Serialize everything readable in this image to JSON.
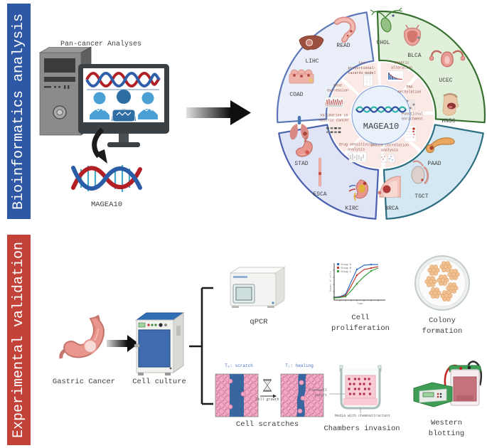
{
  "banners": {
    "top": {
      "label": "Bioinformatics analysis",
      "color": "#2e57a5"
    },
    "bottom": {
      "label": "Experimental validation",
      "color": "#c2423a"
    }
  },
  "bioinformatics": {
    "pan_cancer_label": "Pan-cancer Analyses",
    "gene_label": "MAGEA10",
    "wheel": {
      "center_gene": "MAGEA10",
      "ring_fill": "#fbe9e6",
      "quadrants": [
        {
          "id": "top-left",
          "fill": "#e9eef8",
          "border": "#5b77b7"
        },
        {
          "id": "top-right",
          "fill": "#e0f0da",
          "border": "#37702e"
        },
        {
          "id": "bottom-left",
          "fill": "#dfe5f7",
          "border": "#4a60ae"
        },
        {
          "id": "bottom-right",
          "fill": "#d3e8f2",
          "border": "#2a6e80"
        }
      ],
      "organs": [
        {
          "code": "READ"
        },
        {
          "code": "LIHC"
        },
        {
          "code": "COAD"
        },
        {
          "code": "CHOL"
        },
        {
          "code": "BLCA"
        },
        {
          "code": "UCEC"
        },
        {
          "code": "HNSC"
        },
        {
          "code": "STAD"
        },
        {
          "code": "ESCA"
        },
        {
          "code": "KIRC"
        },
        {
          "code": "BRCA"
        },
        {
          "code": "TGCT"
        },
        {
          "code": "PAAD"
        }
      ],
      "analyses": [
        {
          "label": "Cox proportional-hazards model"
        },
        {
          "label": "Genetic alteration"
        },
        {
          "label": "DNA methylation"
        },
        {
          "label": "Functional enrichment"
        },
        {
          "label": "Immune correlation analysis"
        },
        {
          "label": "Drug sensitivity analysis"
        },
        {
          "label": "Validation in Gastric Cancer"
        },
        {
          "label": "Gene expression"
        }
      ]
    }
  },
  "experimental": {
    "source_label": "Gastric Cancer",
    "culture_label": "Cell culture",
    "qpcr_label": "qPCR",
    "proliferation": {
      "label": "Cell proliferation",
      "legend": [
        "Group A",
        "Group B",
        "Group C"
      ],
      "colors": [
        "#2f6fc4",
        "#c0392b",
        "#3a9c3a"
      ],
      "ylabel": "Number of cells",
      "xlabel": "Time"
    },
    "colony_label": "Colony formation",
    "scratches": {
      "label": "Cell scratches",
      "t0": "T₀: scratch",
      "t1": "T₁: healing",
      "growth": "Cell growth"
    },
    "invasion": {
      "label": "Chambers invasion",
      "insert_note": "Transwell insert",
      "media_note": "Media with chemoattractant"
    },
    "western_label": "Western blotting"
  }
}
